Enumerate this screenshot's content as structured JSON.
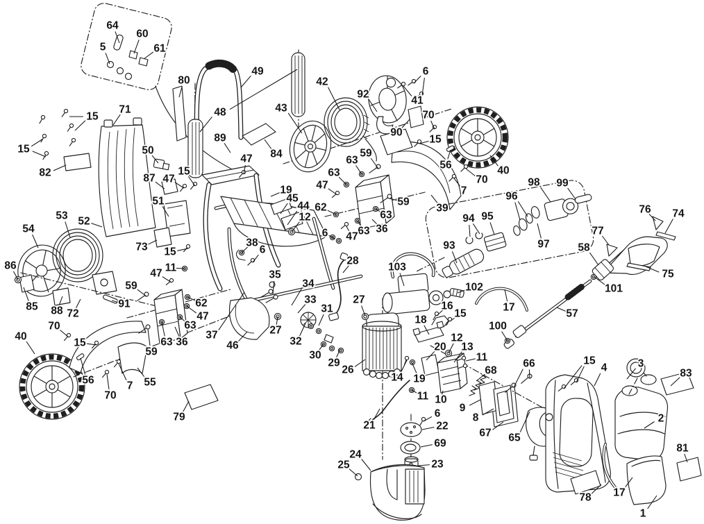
{
  "figure": {
    "kind": "exploded-parts-diagram",
    "callouts": [
      [
        "64",
        162,
        37,
        172,
        62
      ],
      [
        "60",
        205,
        49,
        193,
        77
      ],
      [
        "5",
        148,
        68,
        158,
        92
      ],
      [
        "61",
        230,
        70,
        207,
        85
      ],
      [
        "80",
        265,
        116,
        258,
        140
      ],
      [
        "49",
        371,
        103,
        347,
        126
      ],
      [
        "48",
        317,
        162,
        288,
        190,
        428,
        100
      ],
      [
        "89",
        317,
        199,
        332,
        220
      ],
      [
        "71",
        180,
        158,
        163,
        180
      ],
      [
        "15",
        133,
        168,
        108,
        188,
        100,
        168
      ],
      [
        "15",
        34,
        215,
        62,
        200,
        66,
        226
      ],
      [
        "82",
        65,
        249,
        95,
        238
      ],
      [
        "50",
        213,
        217,
        228,
        235
      ],
      [
        "15",
        265,
        247,
        281,
        268
      ],
      [
        "87",
        215,
        257,
        237,
        272
      ],
      [
        "47",
        243,
        258,
        265,
        271
      ],
      [
        "51",
        228,
        290,
        243,
        312
      ],
      [
        "73",
        204,
        356,
        226,
        346
      ],
      [
        "15",
        245,
        363,
        271,
        358
      ],
      [
        "11",
        246,
        386,
        266,
        387
      ],
      [
        "47",
        355,
        229,
        351,
        251
      ],
      [
        "42",
        464,
        118,
        489,
        158
      ],
      [
        "43",
        405,
        156,
        435,
        192
      ],
      [
        "92",
        523,
        136,
        543,
        161
      ],
      [
        "6",
        613,
        103,
        596,
        120,
        608,
        138
      ],
      [
        "41",
        601,
        145,
        581,
        124
      ],
      [
        "70",
        617,
        166,
        626,
        186
      ],
      [
        "90",
        571,
        191,
        590,
        172
      ],
      [
        "15",
        627,
        201,
        604,
        207
      ],
      [
        "84",
        398,
        222,
        381,
        201
      ],
      [
        "56",
        642,
        238,
        649,
        216
      ],
      [
        "70",
        694,
        259,
        671,
        243
      ],
      [
        "40",
        725,
        246,
        706,
        224
      ],
      [
        "7",
        668,
        275,
        654,
        257
      ],
      [
        "39",
        637,
        300,
        621,
        281
      ],
      [
        "59",
        527,
        221,
        545,
        243
      ],
      [
        "63",
        507,
        231,
        521,
        251
      ],
      [
        "63",
        481,
        249,
        499,
        266
      ],
      [
        "47",
        464,
        267,
        486,
        281
      ],
      [
        "62",
        462,
        299,
        484,
        309
      ],
      [
        "6",
        468,
        336,
        482,
        344
      ],
      [
        "59",
        581,
        291,
        561,
        286
      ],
      [
        "63",
        556,
        310,
        541,
        301
      ],
      [
        "36",
        550,
        330,
        536,
        316
      ],
      [
        "63",
        524,
        333,
        515,
        318
      ],
      [
        "47",
        507,
        341,
        499,
        326
      ],
      [
        "19",
        412,
        274,
        390,
        283
      ],
      [
        "45",
        421,
        286,
        404,
        308
      ],
      [
        "44",
        437,
        297,
        414,
        324
      ],
      [
        "12",
        439,
        313,
        420,
        334
      ],
      [
        "38",
        363,
        350,
        348,
        364
      ],
      [
        "6",
        378,
        360,
        364,
        378
      ],
      [
        "35",
        396,
        396,
        393,
        424
      ],
      [
        "34",
        444,
        409,
        420,
        440
      ],
      [
        "33",
        447,
        432,
        429,
        451
      ],
      [
        "31",
        471,
        445,
        459,
        469
      ],
      [
        "27",
        397,
        476,
        400,
        456
      ],
      [
        "32",
        426,
        492,
        440,
        466
      ],
      [
        "30",
        454,
        512,
        466,
        496
      ],
      [
        "29",
        481,
        523,
        490,
        503
      ],
      [
        "37",
        305,
        483,
        352,
        421
      ],
      [
        "46",
        335,
        498,
        356,
        478
      ],
      [
        "54",
        41,
        330,
        55,
        357
      ],
      [
        "53",
        89,
        311,
        101,
        342
      ],
      [
        "52",
        121,
        319,
        147,
        327
      ],
      [
        "86",
        15,
        383,
        26,
        403
      ],
      [
        "85",
        46,
        442,
        34,
        414
      ],
      [
        "88",
        82,
        448,
        90,
        427
      ],
      [
        "72",
        105,
        452,
        116,
        431
      ],
      [
        "91",
        179,
        438,
        161,
        433
      ],
      [
        "70",
        78,
        470,
        99,
        486
      ],
      [
        "40",
        30,
        485,
        50,
        510
      ],
      [
        "15",
        115,
        494,
        139,
        497
      ],
      [
        "47",
        225,
        394,
        247,
        407
      ],
      [
        "59",
        189,
        412,
        211,
        427
      ],
      [
        "62",
        290,
        437,
        270,
        428
      ],
      [
        "47",
        292,
        456,
        269,
        441
      ],
      [
        "63",
        274,
        469,
        259,
        457
      ],
      [
        "63",
        240,
        493,
        233,
        464
      ],
      [
        "36",
        262,
        493,
        252,
        471
      ],
      [
        "59",
        218,
        507,
        213,
        474
      ],
      [
        "55",
        216,
        551,
        198,
        530
      ],
      [
        "7",
        187,
        556,
        171,
        524
      ],
      [
        "56",
        127,
        548,
        116,
        516
      ],
      [
        "70",
        159,
        570,
        154,
        539
      ],
      [
        "79",
        258,
        601,
        272,
        578
      ],
      [
        "28",
        508,
        376,
        494,
        393
      ],
      [
        "27",
        517,
        432,
        526,
        455
      ],
      [
        "103",
        572,
        385,
        582,
        412
      ],
      [
        "26",
        501,
        533,
        526,
        518
      ],
      [
        "21",
        532,
        613,
        547,
        589
      ],
      [
        "93",
        647,
        354,
        658,
        379
      ],
      [
        "94",
        675,
        315,
        677,
        341,
        691,
        337
      ],
      [
        "95",
        702,
        312,
        712,
        338
      ],
      [
        "96",
        737,
        283,
        749,
        317,
        760,
        312
      ],
      [
        "97",
        783,
        352,
        774,
        322
      ],
      [
        "98",
        769,
        263,
        793,
        291
      ],
      [
        "99",
        810,
        264,
        829,
        287
      ],
      [
        "76",
        929,
        302,
        944,
        318
      ],
      [
        "74",
        977,
        308,
        958,
        336
      ],
      [
        "77",
        861,
        333,
        877,
        353
      ],
      [
        "58",
        841,
        357,
        862,
        382
      ],
      [
        "75",
        962,
        395,
        930,
        384
      ],
      [
        "101",
        884,
        416,
        856,
        399
      ],
      [
        "102",
        683,
        414,
        659,
        422
      ],
      [
        "17",
        733,
        443,
        727,
        417
      ],
      [
        "57",
        824,
        452,
        802,
        443
      ],
      [
        "100",
        717,
        470,
        731,
        491
      ],
      [
        "16",
        644,
        441,
        629,
        455
      ],
      [
        "15",
        663,
        452,
        648,
        463
      ],
      [
        "18",
        606,
        461,
        618,
        482
      ],
      [
        "20",
        634,
        500,
        614,
        519
      ],
      [
        "12",
        658,
        487,
        646,
        509
      ],
      [
        "13",
        673,
        500,
        654,
        522
      ],
      [
        "11",
        694,
        515,
        671,
        520
      ],
      [
        "14",
        572,
        544,
        586,
        519
      ],
      [
        "19",
        604,
        546,
        594,
        524
      ],
      [
        "11",
        609,
        571,
        593,
        562
      ],
      [
        "10",
        635,
        576,
        638,
        563
      ],
      [
        "9",
        666,
        588,
        692,
        576
      ],
      [
        "8",
        685,
        602,
        711,
        589
      ],
      [
        "68",
        707,
        534,
        686,
        549
      ],
      [
        "66",
        762,
        524,
        740,
        558,
        763,
        545
      ],
      [
        "67",
        699,
        624,
        725,
        608
      ],
      [
        "65",
        741,
        631,
        763,
        593
      ],
      [
        "6",
        630,
        596,
        610,
        607
      ],
      [
        "22",
        637,
        614,
        608,
        619
      ],
      [
        "69",
        634,
        639,
        606,
        644
      ],
      [
        "24",
        512,
        655,
        534,
        678
      ],
      [
        "25",
        495,
        670,
        515,
        686
      ],
      [
        "23",
        630,
        669,
        602,
        671
      ],
      [
        "15",
        849,
        520,
        830,
        551,
        812,
        560
      ],
      [
        "4",
        870,
        530,
        856,
        556
      ],
      [
        "3",
        923,
        524,
        903,
        546
      ],
      [
        "83",
        988,
        538,
        966,
        556
      ],
      [
        "2",
        952,
        603,
        928,
        617
      ],
      [
        "81",
        983,
        646,
        990,
        666
      ],
      [
        "78",
        843,
        717,
        866,
        698
      ],
      [
        "17",
        892,
        710,
        911,
        688
      ],
      [
        "1",
        926,
        740,
        946,
        714
      ]
    ]
  }
}
